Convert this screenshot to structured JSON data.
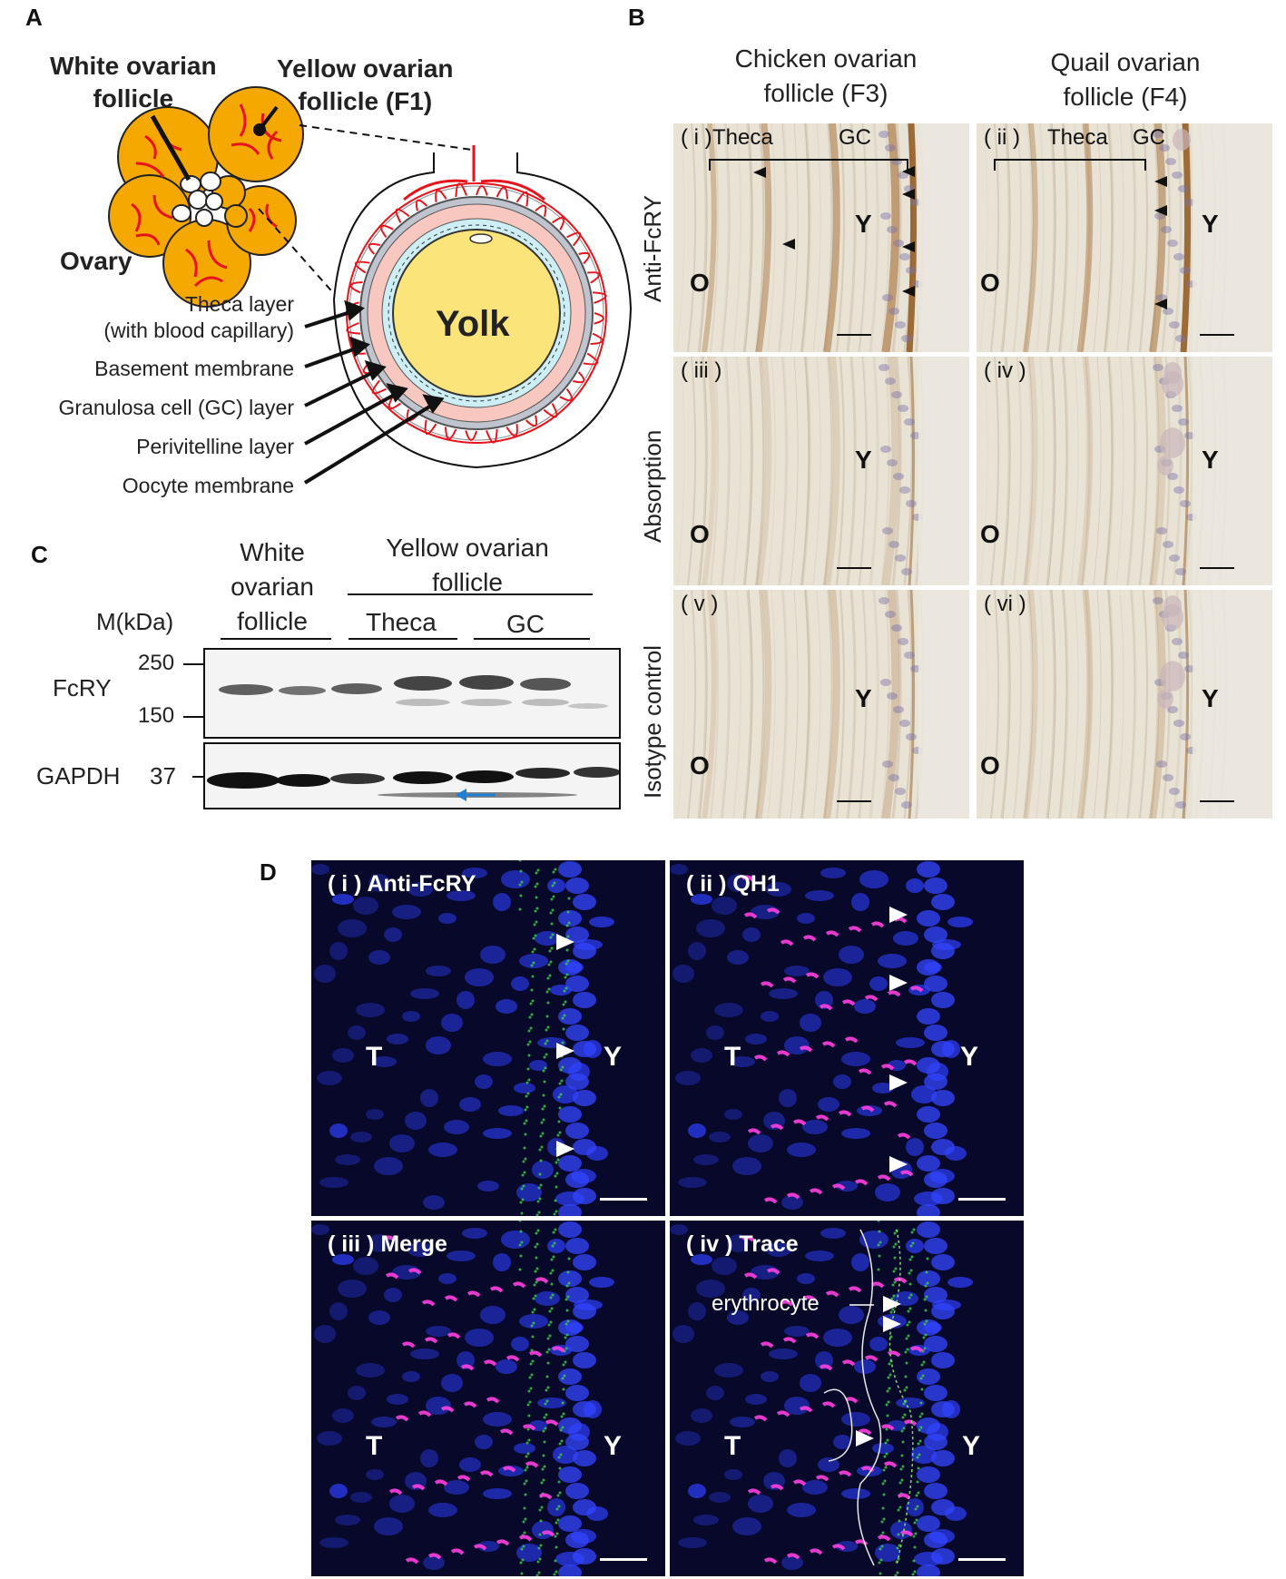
{
  "panelA": {
    "label": "A",
    "white_follicle": [
      "White ovarian",
      "follicle"
    ],
    "yellow_follicle": [
      "Yellow ovarian",
      "follicle (F1)"
    ],
    "ovary": "Ovary",
    "yolk": "Yolk",
    "layers": [
      "Theca layer",
      "(with blood capillary)",
      "Basement membrane",
      "Granulosa cell (GC) layer",
      "Perivitelline layer",
      "Oocyte membrane"
    ]
  },
  "panelB": {
    "label": "B",
    "col1": [
      "Chicken ovarian",
      "follicle (F3)"
    ],
    "col2": [
      "Quail ovarian",
      "follicle (F4)"
    ],
    "rows": [
      "Anti-FcRY",
      "Absorption",
      "Isotype control"
    ],
    "tiles": [
      "( i )",
      "( ii )",
      "( iii )",
      "( iv )",
      "( v )",
      "( vi )"
    ],
    "theca": "Theca",
    "gc": "GC",
    "o": "O",
    "y": "Y"
  },
  "panelC": {
    "label": "C",
    "white": [
      "White",
      "ovarian",
      "follicle"
    ],
    "yellow": [
      "Yellow ovarian",
      "follicle"
    ],
    "theca": "Theca",
    "gc": "GC",
    "mkda": "M(kDa)",
    "fcry": "FcRY",
    "gapdh": "GAPDH",
    "m250": "250",
    "m150": "150",
    "m37": "37"
  },
  "panelD": {
    "label": "D",
    "tiles": [
      "( i ) Anti-FcRY",
      "( ii ) QH1",
      "( iii ) Merge",
      "( iv ) Trace"
    ],
    "t": "T",
    "y": "Y",
    "erythrocyte": "erythrocyte"
  },
  "colors": {
    "capillary": "#e8121b",
    "follicle": "#f5a800",
    "yolk": "#fbe47a",
    "granulosa": "#f7c7c0",
    "blue_arrow": "#1e7fd6",
    "nuclei": "#2b3cf0",
    "fcry_green": "#3bd14a",
    "qh1_magenta": "#ff3fe0"
  }
}
